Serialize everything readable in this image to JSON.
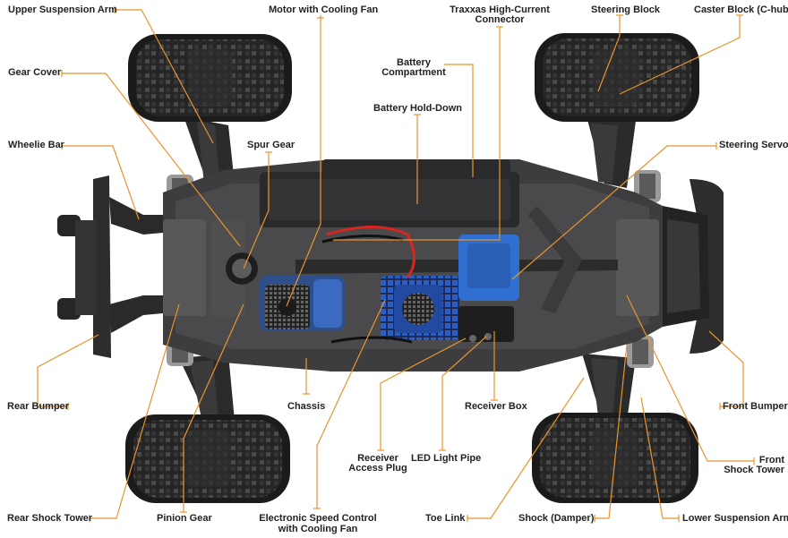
{
  "labels": {
    "upper_suspension_arm": "Upper Suspension Arm",
    "motor_with_cooling_fan": "Motor with Cooling Fan",
    "traxxas_connector_1": "Traxxas High-Current",
    "traxxas_connector_2": "Connector",
    "steering_block": "Steering Block",
    "caster_block": "Caster Block (C-hub)",
    "gear_cover": "Gear Cover",
    "battery_compartment_1": "Battery",
    "battery_compartment_2": "Compartment",
    "battery_hold_down": "Battery Hold-Down",
    "wheelie_bar": "Wheelie Bar",
    "spur_gear": "Spur Gear",
    "steering_servo": "Steering Servo",
    "rear_bumper": "Rear Bumper",
    "chassis": "Chassis",
    "receiver_box": "Receiver Box",
    "front_bumper": "Front Bumper",
    "receiver_access_plug_1": "Receiver",
    "receiver_access_plug_2": "Access Plug",
    "led_light_pipe": "LED Light Pipe",
    "front_shock_tower_1": "Front",
    "front_shock_tower_2": "Shock Tower",
    "rear_shock_tower": "Rear Shock Tower",
    "pinion_gear": "Pinion Gear",
    "esc_1": "Electronic Speed Control",
    "esc_2": "with Cooling Fan",
    "toe_link": "Toe Link",
    "shock_damper": "Shock (Damper)",
    "lower_suspension_arm": "Lower Suspension Arm"
  },
  "colors": {
    "leader_line": "#e8952c",
    "label_text": "#222222",
    "tire": "#2a2a2a",
    "chassis_body": "#3d3d3f",
    "esc_blue": "#2c5fc6",
    "servo_blue": "#2f6fd0",
    "shock_spring": "#9a9a9a",
    "wire_red": "#d8251e"
  }
}
